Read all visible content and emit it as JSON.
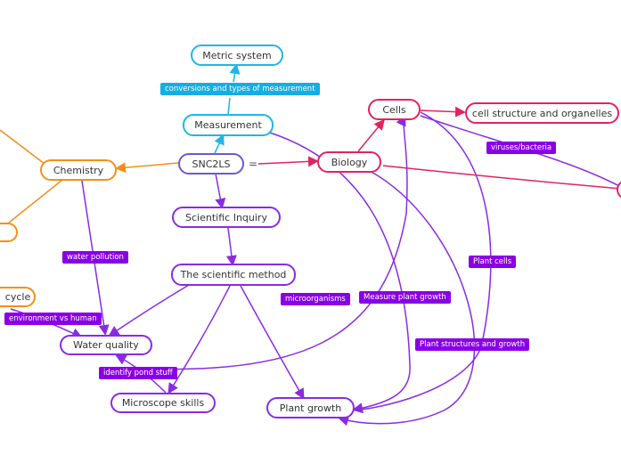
{
  "nodes": {
    "root": "SNC2LS",
    "metric": "Metric system",
    "measurement": "Measurement",
    "inquiry": "Scientific Inquiry",
    "method": "The scientific method",
    "water": "Water quality",
    "microscope": "Microscope skills",
    "plant": "Plant growth",
    "chemistry": "Chemistry",
    "cycle": "cycle",
    "biology": "Biology",
    "cells": "Cells",
    "organelles": "cell structure and organelles"
  },
  "labels": {
    "conversions": "conversions and types of measurement",
    "water_pollution": "water pollution",
    "env_human": "environment vs human",
    "pond": "identify pond stuff",
    "microorganisms": "microorganisms",
    "measure_plant": "Measure plant growth",
    "plant_cells": "Plant cells",
    "viruses": "viruses/bacteria",
    "plant_structures": "Plant structures and growth"
  },
  "equals_sign": "=",
  "colors": {
    "blue": "#1fb6e8",
    "purple": "#8a2be2",
    "red": "#e0245e",
    "orange": "#f39019",
    "label_purple": "#8a00e6",
    "label_blue": "#13aee6"
  }
}
